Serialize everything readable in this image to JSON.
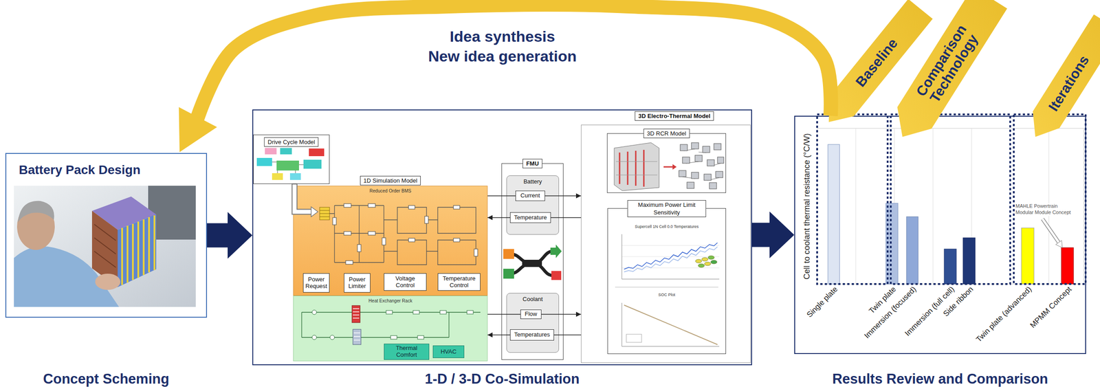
{
  "diagram": {
    "nodes": [
      {
        "text": [
          "Battery Pack Design",
          "Concept Scheming"
        ]
      },
      {
        "text": [
          "1-D / 3-D Co-Simulation"
        ]
      },
      {
        "text": [
          "Drive Cycle Model"
        ],
        "in": 1
      },
      {
        "text": [
          "1D Simulation Model"
        ],
        "in": 1
      },
      {
        "text": [
          "Reduced Order BMS"
        ],
        "in": 3
      },
      {
        "text": [
          "Power Request"
        ],
        "in": 4
      },
      {
        "text": [
          "Power Limiter"
        ],
        "in": 4
      },
      {
        "text": [
          "Voltage Control"
        ],
        "in": 4
      },
      {
        "text": [
          "Temperature Control"
        ],
        "in": 4
      },
      {
        "text": [
          "Heat Exchanger Rack"
        ],
        "in": 3
      },
      {
        "text": [
          "Thermal Comfort"
        ],
        "in": 9
      },
      {
        "text": [
          "HVAC"
        ],
        "in": 9
      },
      {
        "text": [
          "FMU"
        ],
        "in": 1
      },
      {
        "text": [
          "Battery"
        ],
        "in": 12
      },
      {
        "text": [
          "Current"
        ],
        "in": 13
      },
      {
        "text": [
          "Temperature"
        ],
        "in": 13
      },
      {
        "text": [
          "Coolant"
        ],
        "in": 12
      },
      {
        "text": [
          "Flow"
        ],
        "in": 16
      },
      {
        "text": [
          "Temperatures"
        ],
        "in": 16
      },
      {
        "text": [
          "3D Electro-Thermal Model"
        ],
        "in": 1
      },
      {
        "text": [
          "3D RCR Model"
        ],
        "in": 19
      },
      {
        "text": [
          "Maximum Power Limit Sensitivity",
          "Supercell 1N Cell 0.0 Temperatures",
          "SOC Plot"
        ],
        "in": 19
      },
      {
        "text": [
          "Results Review and Comparison"
        ]
      }
    ],
    "edges": [
      {
        "from": 0,
        "to": 1,
        "arrow": "to"
      },
      {
        "from": 1,
        "to": 22,
        "arrow": "to"
      },
      {
        "from": 22,
        "to": 0,
        "arrow": "to"
      },
      {
        "from": 2,
        "to": 4,
        "arrow": "to"
      },
      {
        "from": 4,
        "to": 14,
        "arrow": "none"
      },
      {
        "from": 14,
        "to": 19,
        "arrow": "to"
      },
      {
        "from": 19,
        "to": 15,
        "arrow": "none"
      },
      {
        "from": 15,
        "to": 4,
        "arrow": "to"
      },
      {
        "from": 9,
        "to": 17,
        "arrow": "none"
      },
      {
        "from": 17,
        "to": 19,
        "arrow": "to"
      },
      {
        "from": 19,
        "to": 18,
        "arrow": "none"
      },
      {
        "from": 18,
        "to": 9,
        "arrow": "to"
      }
    ],
    "labels": [
      "Idea synthesis",
      "New idea generation",
      "Baseline",
      "Comparison Technology",
      "Iterations",
      "Cell to coolant thermal resistance (°C/W)",
      "Single plate",
      "Twin plate",
      "Immersion (focused)",
      "Immersion (full cell)",
      "Side ribbon",
      "Twin plate (advanced)",
      "MPMM Concept",
      "MAHLE Powertrain Modular Module Concept"
    ]
  }
}
